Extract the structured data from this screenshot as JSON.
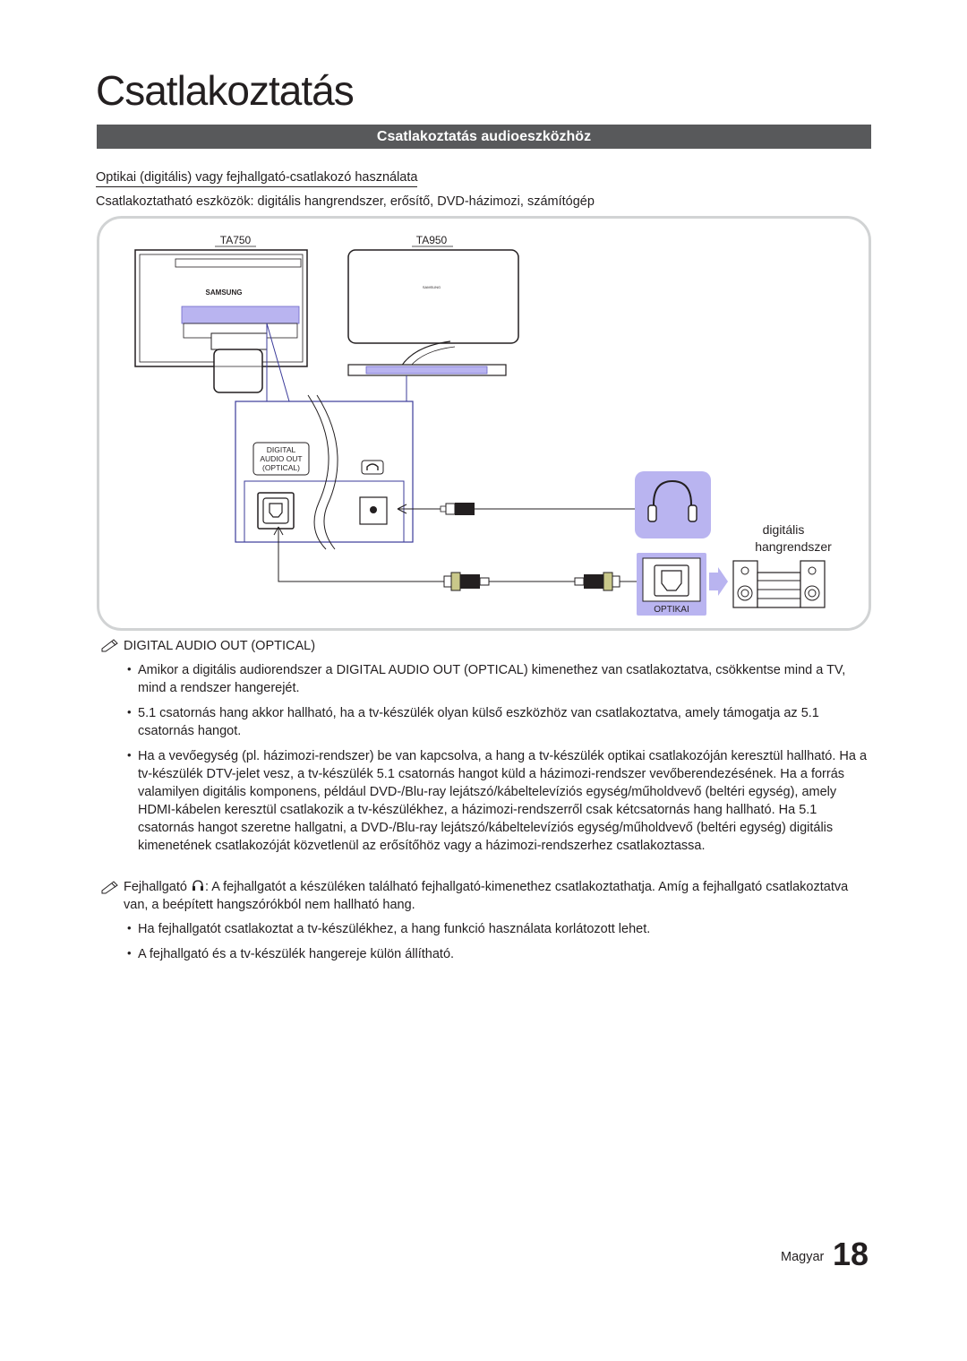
{
  "page": {
    "title": "Csatlakoztatás",
    "section_title": "Csatlakoztatás audioeszközhöz",
    "subheading": "Optikai (digitális) vagy fejhallgató-csatlakozó használata",
    "intro": "Csatlakoztatható eszközök: digitális hangrendszer, erősítő, DVD-házimozi, számítógép"
  },
  "diagram": {
    "model_left": "TA750",
    "model_right": "TA950",
    "brand": "SAMSUNG",
    "port_label_line1": "DIGITAL",
    "port_label_line2": "AUDIO OUT",
    "port_label_line3": "(OPTICAL)",
    "device_label_line1": "digitális",
    "device_label_line2": "hangrendszer",
    "optical_input_label": "OPTIKAI",
    "accent_color": "#b9b4f0",
    "line_color": "#3b3b9a"
  },
  "notes": {
    "optical": {
      "heading": "DIGITAL AUDIO OUT (OPTICAL)",
      "bullets": [
        "Amikor a digitális audiorendszer a DIGITAL AUDIO OUT (OPTICAL) kimenethez van csatlakoztatva, csökkentse mind a TV, mind a rendszer hangerejét.",
        "5.1 csatornás hang akkor hallható, ha a tv-készülék olyan külső eszközhöz van csatlakoztatva, amely támogatja az 5.1 csatornás hangot.",
        "Ha a vevőegység (pl. házimozi-rendszer) be van kapcsolva, a hang a tv-készülék optikai csatlakozóján keresztül hallható. Ha a tv-készülék DTV-jelet vesz, a tv-készülék 5.1 csatornás hangot küld a házimozi-rendszer vevőberendezésének. Ha a forrás valamilyen digitális komponens, például DVD-/Blu-ray lejátszó/kábeltelevíziós egység/műholdvevő (beltéri egység), amely HDMI-kábelen keresztül csatlakozik a tv-készülékhez, a házimozi-rendszerről csak kétcsatornás hang hallható. Ha 5.1 csatornás hangot szeretne hallgatni, a DVD-/Blu-ray lejátszó/kábeltelevíziós egység/műholdvevő (beltéri egység) digitális kimenetének csatlakozóját közvetlenül az erősítőhöz vagy a házimozi-rendszerhez csatlakoztassa."
      ]
    },
    "headphone": {
      "label": "Fejhallgató",
      "text": ": A fejhallgatót a készüléken található fejhallgató-kimenethez csatlakoztathatja. Amíg a fejhallgató csatlakoztatva van, a beépített hangszórókból nem hallható hang.",
      "bullets": [
        "Ha fejhallgatót csatlakoztat a tv-készülékhez, a hang funkció használata korlátozott lehet.",
        "A fejhallgató és a tv-készülék hangereje külön állítható."
      ]
    }
  },
  "footer": {
    "language": "Magyar",
    "page_number": "18"
  }
}
